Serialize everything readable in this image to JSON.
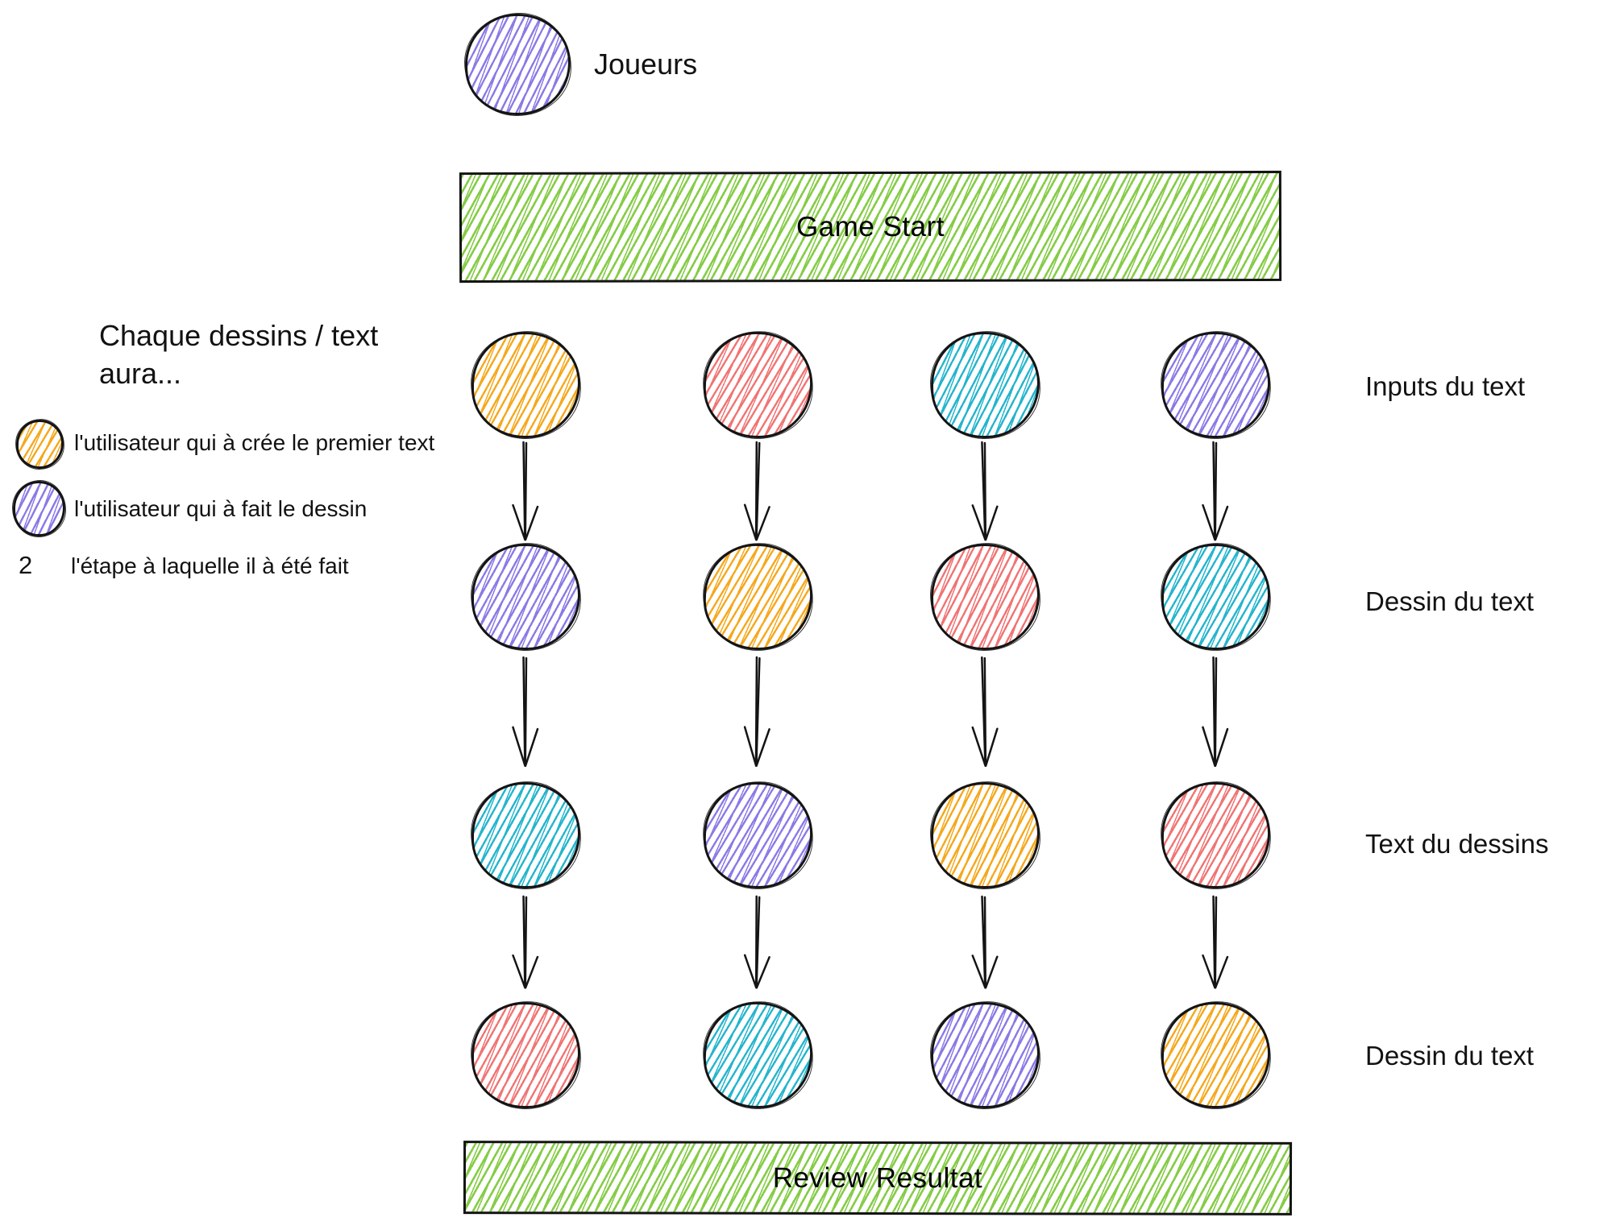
{
  "joueurs": {
    "label": "Joueurs",
    "color": "purple"
  },
  "banners": {
    "start": "Game Start",
    "end": "Review Resultat"
  },
  "legend": {
    "heading_line1": "Chaque dessins / text",
    "heading_line2": "aura...",
    "items": [
      {
        "marker_type": "circle",
        "marker_color": "yellow",
        "text": "l'utilisateur qui à crée le premier text"
      },
      {
        "marker_type": "circle",
        "marker_color": "purple",
        "text": "l'utilisateur qui à fait le dessin"
      },
      {
        "marker_type": "number",
        "marker_value": "2",
        "text": "l'étape à laquelle il à été fait"
      }
    ]
  },
  "grid": {
    "rows": [
      {
        "label": "Inputs du text",
        "circles": [
          "yellow",
          "red",
          "teal",
          "purple"
        ]
      },
      {
        "label": "Dessin du text",
        "circles": [
          "purple",
          "yellow",
          "red",
          "teal"
        ]
      },
      {
        "label": "Text du dessins",
        "circles": [
          "teal",
          "purple",
          "yellow",
          "red"
        ]
      },
      {
        "label": "Dessin du text",
        "circles": [
          "red",
          "teal",
          "purple",
          "yellow"
        ]
      }
    ]
  },
  "colors": {
    "yellow": "#f5a81d",
    "red": "#f17474",
    "teal": "#25b5cd",
    "purple": "#8b7ae6",
    "green": "#86cc47",
    "ink": "#141414"
  }
}
